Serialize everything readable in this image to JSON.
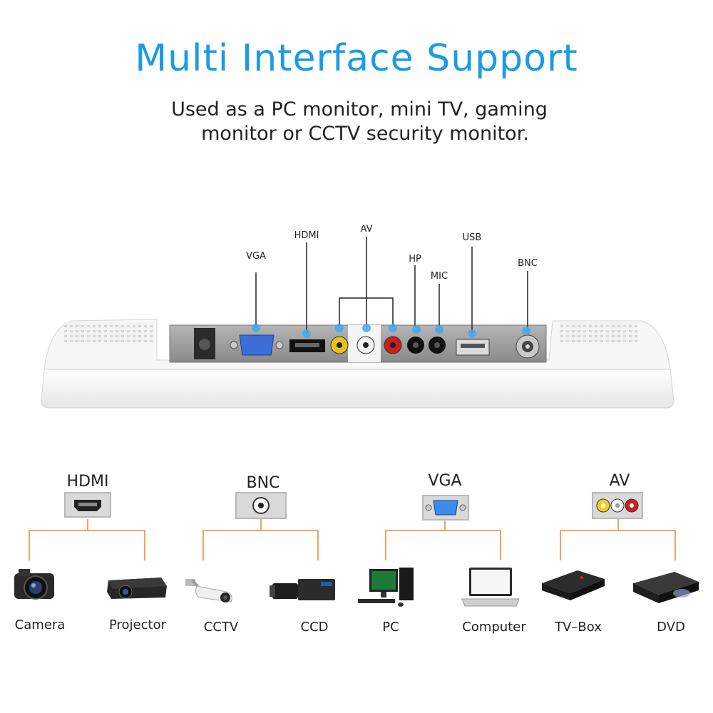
{
  "header": {
    "title": "Multi Interface Support",
    "subtitle_line1": "Used as a PC monitor, mini TV, gaming",
    "subtitle_line2": "monitor or CCTV security monitor."
  },
  "monitor_ports": {
    "vga": "VGA",
    "hdmi": "HDMI",
    "av": "AV",
    "hp": "HP",
    "mic": "MIC",
    "usb": "USB",
    "bnc": "BNC"
  },
  "groups": [
    {
      "label": "HDMI",
      "devices": [
        "Camera",
        "Projector"
      ]
    },
    {
      "label": "BNC",
      "devices": [
        "CCTV",
        "CCD"
      ]
    },
    {
      "label": "VGA",
      "devices": [
        "PC",
        "Computer"
      ]
    },
    {
      "label": "AV",
      "devices": [
        "TV–Box",
        "DVD"
      ]
    }
  ],
  "colors": {
    "title": "#1a9be6",
    "connector_line": "#f08a3c",
    "port_dot": "#3fa9f5",
    "panel_metal": "#9a9a9a"
  },
  "icons": [
    "hdmi-port-icon",
    "bnc-port-icon",
    "vga-port-icon",
    "av-rca-ports-icon",
    "camera-icon",
    "projector-icon",
    "cctv-camera-icon",
    "ccd-camera-icon",
    "desktop-pc-icon",
    "laptop-icon",
    "tv-box-icon",
    "dvd-player-icon"
  ]
}
